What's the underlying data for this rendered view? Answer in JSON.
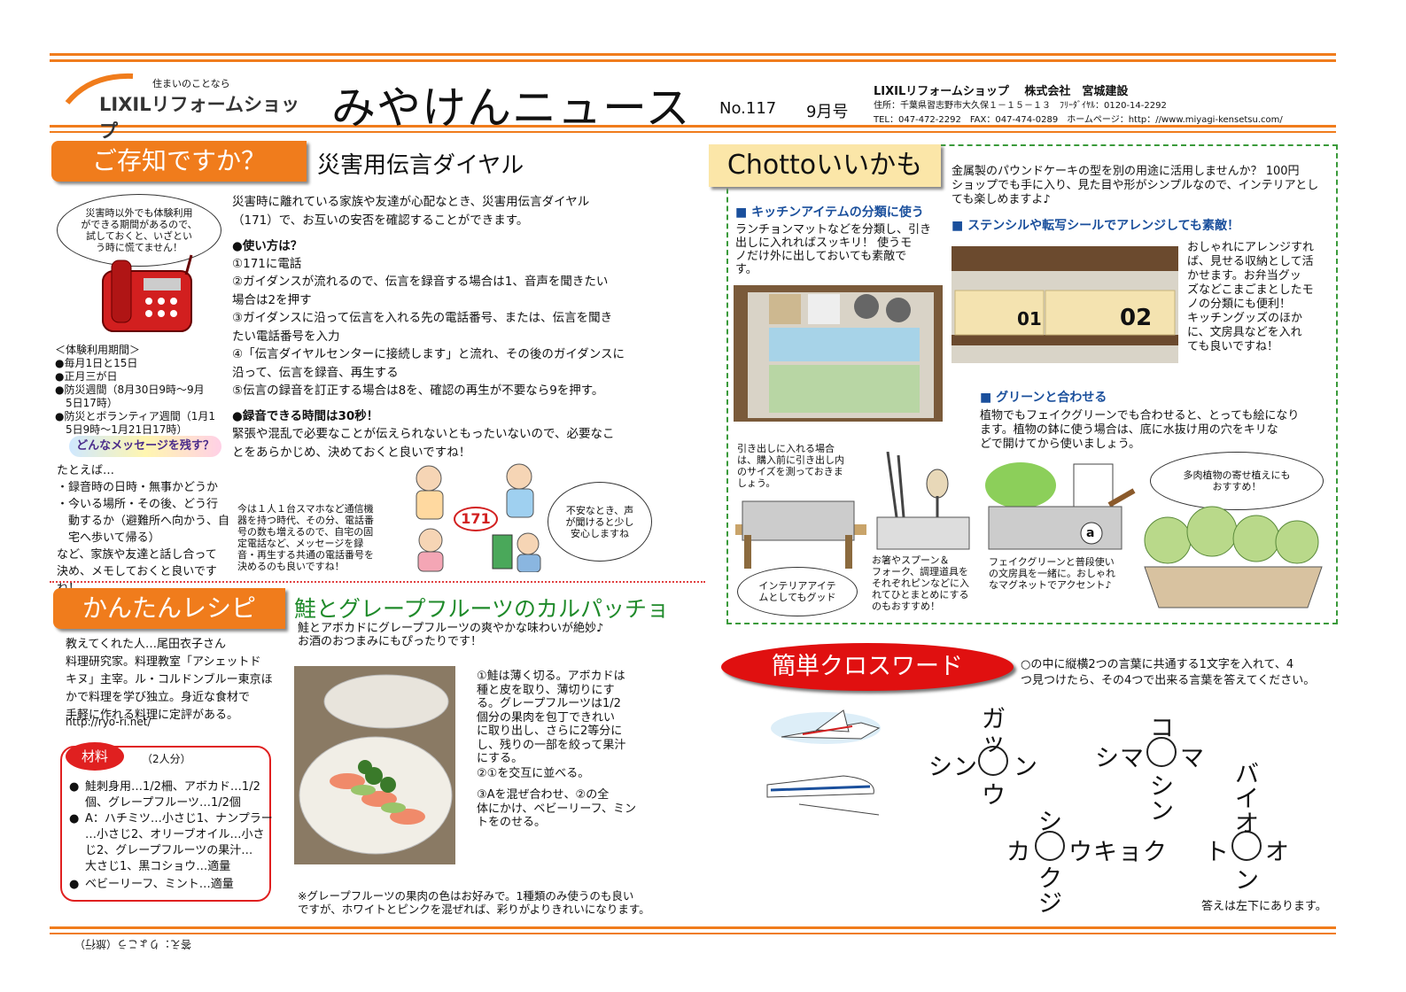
{
  "header": {
    "logo_tagline": "住まいのことなら",
    "logo_text": "LIXILリフォームショップ",
    "title": "みやけんニュース",
    "issue_no": "No.117",
    "month": "9月号",
    "company": "LIXILリフォームショップ　 株式会社　宮城建設",
    "address": "住所：千葉県習志野市大久保１－１５－１３　ﾌﾘｰﾀﾞｲﾔﾙ：0120-14-2292",
    "contact": "TEL：047-472-2292　FAX：047-474-0289　ホームページ：http：//www.miyagi-kensetsu.com/"
  },
  "section1": {
    "tab": "ご存知ですか？",
    "title": "災害用伝言ダイヤル",
    "bubble": "災害時以外でも体験利用\nができる期間があるので、\n試しておくと、いざとい\nう時に慌てません！",
    "intro": "災害時に離れている家族や友達が心配なとき、災害用伝言ダイヤル\n（171）で、お互いの安否を確認することができます。",
    "how_title": "●使い方は？",
    "steps": [
      "①171に電話",
      "②ガイダンスが流れるので、伝言を録音する場合は1、音声を聞きたい\n場合は2を押す",
      "③ガイダンスに沿って伝言を入れる先の電話番号、または、伝言を聞き\nたい電話番号を入力",
      "④「伝言ダイヤルセンターに接続します」と流れ、その後のガイダンスに\n沿って、伝言を録音、再生する",
      "⑤伝言の録音を訂正する場合は8を、確認の再生が不要なら9を押す。"
    ],
    "rec_title": "●録音できる時間は30秒！",
    "rec_text": "緊張や混乱で必要なことが伝えられないともったいないので、必要なこ\nとをあらかじめ、決めておくと良いですね！",
    "period_title": "＜体験利用期間＞",
    "periods": "●毎月1日と15日\n●正月三が日\n●防災週間（8月30日9時～9月\n　5日17時）\n●防災とボランティア週間（1月1\n　5日9時～1月21日17時）",
    "msg_label": "どんなメッセージを残す？",
    "msg_text": "たとえば…\n・録音時の日時・無事かどうか\n・今いる場所・その後、どう行\n　動するか（避難所へ向かう、自\n　宅へ歩いて帰る）\nなど、家族や友達と話し合って\n決め、メモしておくと良いです\nね！",
    "phone_note": "今は１人１台スマホなど通信機\n器を持つ時代、その分、電話番\n号の数も増えるので、自宅の固\n定電話など、メッセージを録\n音・再生する共通の電話番号を\n決めるのも良いですね！",
    "circle_171": "171",
    "anxious": "不安なとき、声\nが聞けると少し\n安心しますね"
  },
  "section2": {
    "tab": "Chottoいいかも",
    "intro": "金属製のパウンドケーキの型を別の用途に活用しませんか？ 100円\nショップでも手に入り、見た目や形がシンプルなので、インテリアとし\nても楽しめますよ♪",
    "h1": "■ キッチンアイテムの分類に使う",
    "t1": "ランチョンマットなどを分類し、引き\n出しに入れればスッキリ！ 使うモ\nノだけ外に出しておいても素敵で\nす。",
    "h2": "■ ステンシルや転写シールでアレンジしても素敵！",
    "t2": "おしゃれにアレンジすれ\nば、見せる収納として活\nかせます。お弁当グッ\nズなどこまごまとしたモ\nノの分類にも便利！\nキッチングッズのほか\nに、文房具などを入れ\nても良いですね！",
    "box1": "01",
    "box2": "02",
    "h3": "■ グリーンと合わせる",
    "t3": "植物でもフェイクグリーンでも合わせると、とっても絵になり\nます。植物の鉢に使う場合は、底に水抜け用の穴をキリな\nどで開けてから使いましょう。",
    "drawer_note": "引き出しに入れる場合\nは、購入前に引き出し内\nのサイズを測っておきま\nしょう。",
    "interior": "インテリアアイテ\nムとしてもグッド",
    "utensil": "お箸やスプーン＆\nフォーク、調理道具を\nそれぞれピンなどに入\nれてひとまとめにする\nのもおすすめ！",
    "fake": "フェイクグリーンと普段使い\nの文房具を一緒に。おしゃれ\nなマグネットでアクセント♪",
    "succulent": "多肉植物の寄せ植えにも\nおすすめ！",
    "letter_a": "a"
  },
  "section3": {
    "tab": "かんたんレシピ",
    "title": "鮭とグレープフルーツのカルパッチョ",
    "sub": "鮭とアボカドにグレープフルーツの爽やかな味わいが絶妙♪\nお酒のおつまみにもぴったりです！",
    "teacher": "教えてくれた人…尾田衣子さん\n料理研究家。料理教室「アシェットド\nキヌ」主宰。ル・コルドンブルー東京ほ\nかで料理を学び独立。身近な食材で\n手軽に作れる料理に定評がある。",
    "url": "http://ryo-ri.net/",
    "mat_label": "材料",
    "servings": "（2人分）",
    "ingredients": [
      "鮭刺身用…1/2柵、アボカド…1/2\n個、グレープフルーツ…1/2個",
      "A：ハチミツ…小さじ1、ナンプラー\n…小さじ2、オリーブオイル…小さ\nじ2、グレープフルーツの果汁…\n大さじ1、黒コショウ…適量",
      "ベビーリーフ、ミント…適量"
    ],
    "step1": "①鮭は薄く切る。アボカドは\n種と皮を取り、薄切りにす\nる。グレープフルーツは1/2\n個分の果肉を包丁できれい\nに取り出し、さらに2等分に\nし、残りの一部を絞って果汁\nにする。",
    "step2": "②①を交互に並べる。",
    "step3": "③Aを混ぜ合わせ、②の全\n体にかけ、ベビーリーフ、ミン\nトをのせる。",
    "note": "※グレープフルーツの果肉の色はお好みで。1種類のみ使うのも良い\nですが、ホワイトとピンクを混ぜれば、彩りがよりきれいになります。"
  },
  "section4": {
    "tab": "簡単クロスワード",
    "instr": "○の中に縦横2つの言葉に共通する1文字を入れて、4\nつ見つけたら、その4つで出来る言葉を答えてください。",
    "answer_note": "答えは左下にあります。",
    "g1_top": [
      "ガ",
      "ッ"
    ],
    "g1_left": [
      "シ",
      "ン"
    ],
    "g1_right": [
      "ン"
    ],
    "g1_bottom": [
      "ウ"
    ],
    "g2_top": [
      "コ"
    ],
    "g2_left": [
      "シ",
      "マ"
    ],
    "g2_right": [
      "マ"
    ],
    "g2_bottom": [
      "シ",
      "ン"
    ],
    "g3_top": [
      "シ"
    ],
    "g3_left": [
      "カ"
    ],
    "g3_right": [
      "ウ",
      "キ",
      "ョ",
      "ク"
    ],
    "g3_bottom": [
      "ク",
      "ジ"
    ],
    "g4_top": [
      "バ",
      "イ",
      "オ"
    ],
    "g4_left": [
      "ト"
    ],
    "g4_right": [
      "オ"
    ],
    "g4_bottom": [
      "ン"
    ]
  },
  "footer": {
    "answer_upside": "答え：りょこう（旅行）"
  }
}
